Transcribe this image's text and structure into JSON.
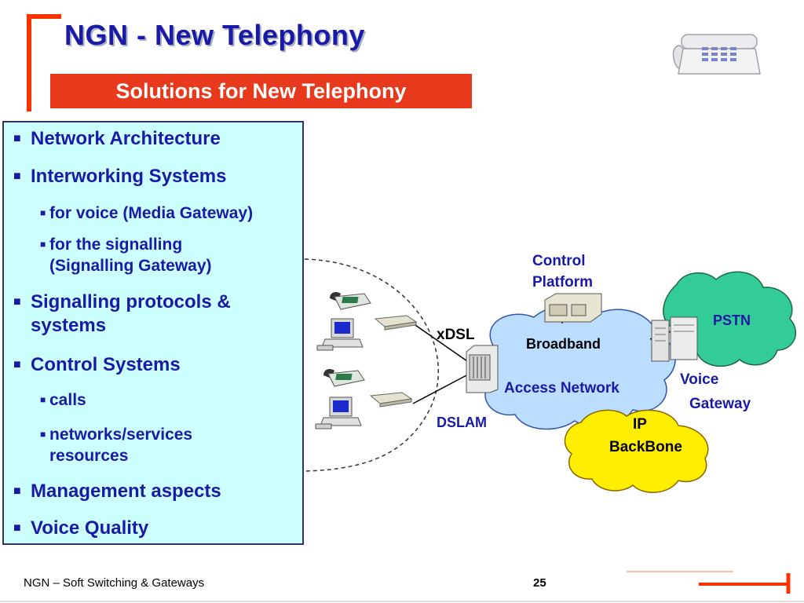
{
  "header": {
    "title": "NGN - New Telephony",
    "subtitle": "Solutions for New Telephony"
  },
  "content": {
    "items": [
      {
        "text": "Network Architecture"
      },
      {
        "text": "Interworking Systems"
      },
      {
        "text": "for voice (Media Gateway)"
      },
      {
        "text": "for the signalling",
        "text2": "(Signalling Gateway)"
      },
      {
        "text": "Signalling protocols &",
        "text2": "systems"
      },
      {
        "text": "Control Systems"
      },
      {
        "text": "calls"
      },
      {
        "text": "networks/services",
        "text2": "resources"
      },
      {
        "text": "Management aspects"
      },
      {
        "text": "Voice Quality"
      }
    ]
  },
  "diagram": {
    "control_label_1": "Control",
    "control_label_2": "Platform",
    "xdsl": "xDSL",
    "dslam": "DSLAM",
    "broadband": "Broadband",
    "access_network": "Access Network",
    "pstn": "PSTN",
    "voice_label_1": "Voice",
    "voice_label_2": "Gateway",
    "ip_label_1": "IP",
    "ip_label_2": "BackBone",
    "colors": {
      "access_cloud": "#bbddff",
      "pstn_cloud": "#33cc99",
      "ip_cloud": "#ffee00"
    }
  },
  "footer": {
    "left_text": "NGN – Soft Switching & Gateways",
    "page_number": "25"
  }
}
